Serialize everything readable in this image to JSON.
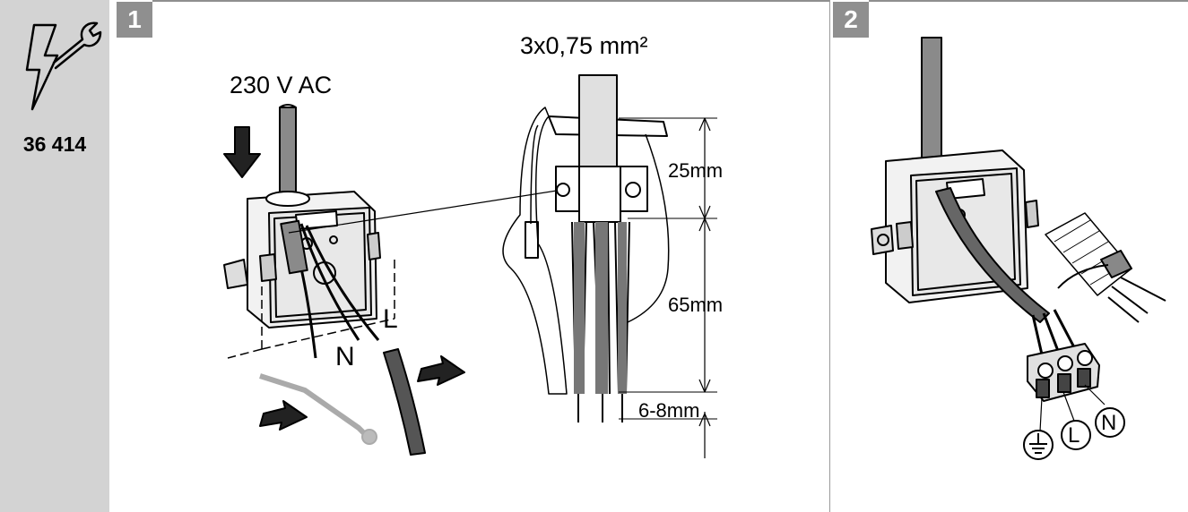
{
  "sidebar": {
    "product_code": "36 414"
  },
  "steps": [
    {
      "number": "1"
    },
    {
      "number": "2"
    }
  ],
  "panel1": {
    "voltage_label": "230 V AC",
    "cable_spec": "3x0,75 mm²",
    "dim_25": "25mm",
    "dim_65": "65mm",
    "dim_6_8": "6-8mm",
    "wire_L": "L",
    "wire_N": "N"
  },
  "panel2": {
    "terminal_L": "L",
    "terminal_N": "N"
  }
}
